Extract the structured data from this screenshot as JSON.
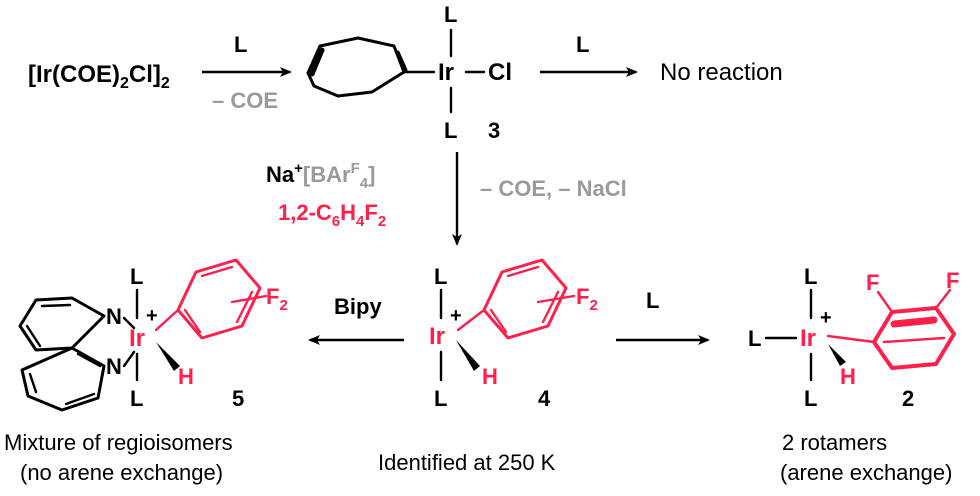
{
  "colors": {
    "ink": "#000000",
    "red": "#ff1f4b",
    "gray": "#9a9a9a"
  },
  "atoms": {
    "L": "L",
    "Ir": "Ir",
    "Cl": "Cl",
    "H": "H",
    "N": "N",
    "F": "F",
    "plus": "+",
    "F2_main": "F",
    "F2_sub": "2"
  },
  "starting_material": {
    "main": "[Ir(COE)",
    "sub1": "2",
    "mid": "Cl]",
    "sub2": "2"
  },
  "step1": {
    "reagent": "L",
    "byproduct": "– COE"
  },
  "step2": {
    "reagent": "L",
    "result": "No reaction"
  },
  "step3": {
    "salt_na": "Na",
    "salt_na_sup": "+",
    "salt_anion": "[BAr",
    "salt_anion_sup": "F",
    "salt_anion_sub": "4",
    "salt_close": "]",
    "arene_a": "1,2-C",
    "arene_sub1": "6",
    "arene_b": "H",
    "arene_sub2": "4",
    "arene_c": "F",
    "arene_sub3": "2",
    "byproduct": "– COE, – NaCl"
  },
  "step4": {
    "reagent": "Bipy"
  },
  "step5": {
    "reagent": "L"
  },
  "compounds": {
    "c3": {
      "number": "3"
    },
    "c4": {
      "number": "4",
      "caption": "Identified at 250 K"
    },
    "c5": {
      "number": "5",
      "caption_line1": "Mixture of regioisomers",
      "caption_line2": "(no arene exchange)"
    },
    "c2": {
      "number": "2",
      "caption_line1": "2 rotamers",
      "caption_line2": "(arene exchange)"
    }
  }
}
